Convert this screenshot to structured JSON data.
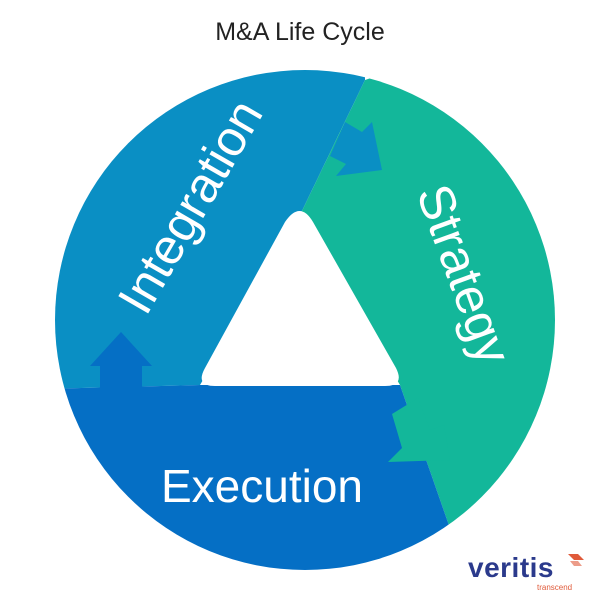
{
  "title": "M&A Life Cycle",
  "segments": [
    {
      "label": "Integration",
      "color": "#0a8fc4"
    },
    {
      "label": "Strategy",
      "color": "#13b79a"
    },
    {
      "label": "Execution",
      "color": "#056fc5"
    }
  ],
  "center_color": "#ffffff",
  "logo": {
    "text": "veritis",
    "tagline": "transcend",
    "accent_color": "#e05a3a"
  }
}
